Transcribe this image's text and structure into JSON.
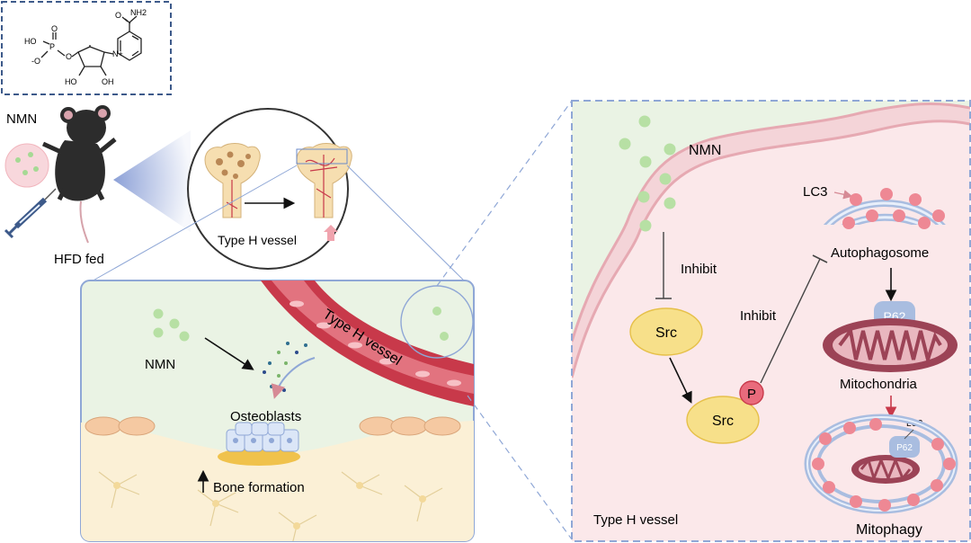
{
  "molecule": {
    "nh2": "NH2",
    "ho": "HO",
    "p": "P",
    "o_minus": "-O",
    "o": "O",
    "n_plus": "N+",
    "oh1": "HO",
    "oh2": "OH"
  },
  "mouse": {
    "label": "NMN",
    "diet": "HFD fed"
  },
  "zoom_circle": {
    "label": "Type H vessel"
  },
  "bone_panel": {
    "nmn": "NMN",
    "vessel": "Type H vessel",
    "osteoblasts": "Osteoblasts",
    "bone_formation": "Bone formation"
  },
  "cell_panel": {
    "nmn": "NMN",
    "inhibit1": "Inhibit",
    "inhibit2": "Inhibit",
    "src1": "Src",
    "src2": "Src",
    "p": "P",
    "lc3": "LC3",
    "autophagosome": "Autophagosome",
    "p62": "P62",
    "mitochondria": "Mitochondria",
    "lc3_small": "LC3",
    "p62_small": "P62",
    "mitophagy": "Mitophagy",
    "vessel": "Type H vessel"
  },
  "colors": {
    "frame": "#3d5a8a",
    "nmn_dot": "#b7e0a4",
    "src": "#f7e08a",
    "p": "#e96b7c",
    "vessel": "#c8394a",
    "lc3_dot": "#ee8894",
    "mito": "#9c4356",
    "p62": "#a9bde0"
  }
}
